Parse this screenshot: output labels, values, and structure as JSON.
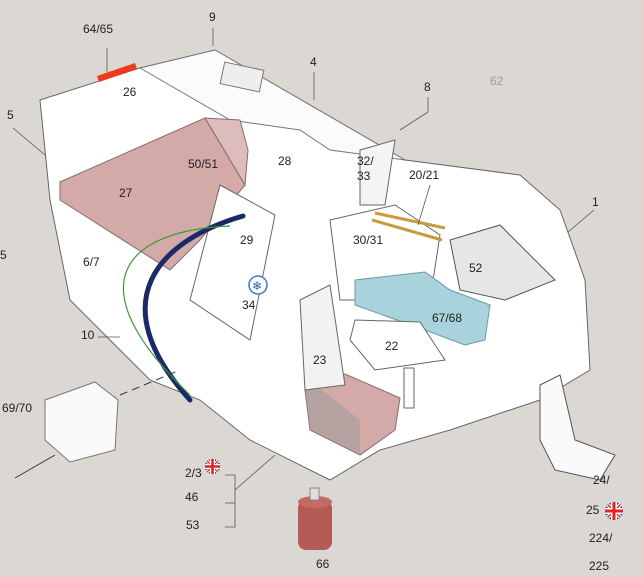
{
  "labels": {
    "l6465": "64/65",
    "l9": "9",
    "l4": "4",
    "l8": "8",
    "l62": "62",
    "l5a": "5",
    "l26": "26",
    "l5051": "50/51",
    "l28": "28",
    "l3233a": "32/",
    "l3233b": "33",
    "l2021": "20/21",
    "l1": "1",
    "l27": "27",
    "l29": "29",
    "l3031": "30/31",
    "l52": "52",
    "l5b": "5",
    "l67": "6/7",
    "l34": "34",
    "l6768": "67/68",
    "l22": "22",
    "l23": "23",
    "l10": "10",
    "l6970": "69/70",
    "l23b": "2/3",
    "l46": "46",
    "l53": "53",
    "l66": "66",
    "l24": "24/",
    "l25": "25",
    "l224": "224/",
    "l225": "225"
  },
  "colors": {
    "background": "#dbd8d3",
    "bed": "#d3aaa8",
    "cushion": "#a8d3dc",
    "gas_bottle": "#b55a55",
    "water_pipe": "#1a2a66",
    "cable": "#3a9a3a",
    "marker": "#f03a1e"
  }
}
